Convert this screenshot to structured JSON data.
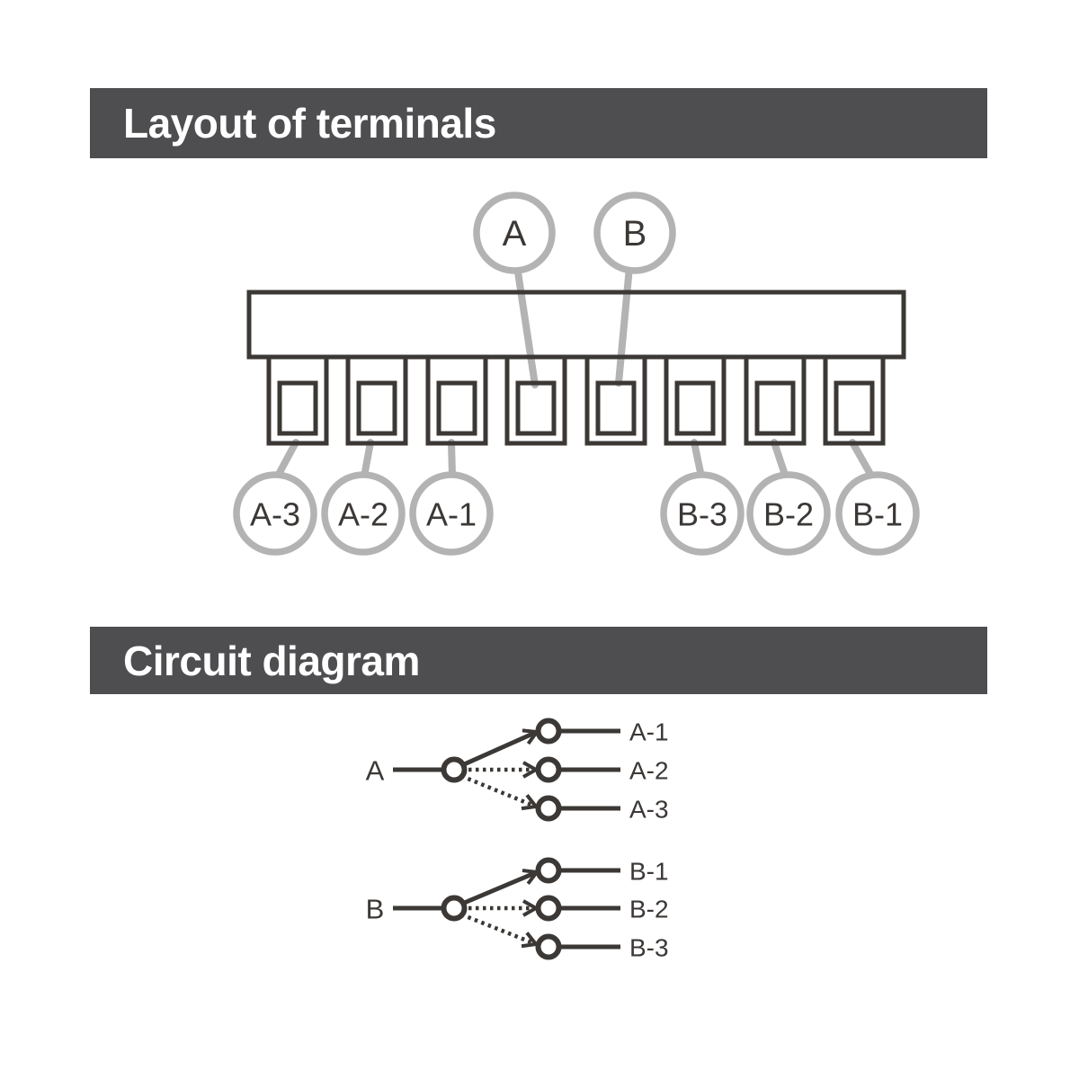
{
  "colors": {
    "header_background": "#4e4e50",
    "header_text": "#ffffff",
    "diagram_dark": "#3b3836",
    "diagram_gray": "#b3b3b3",
    "background": "#ffffff"
  },
  "terminal_section": {
    "title": "Layout of terminals",
    "top_terminals": [
      {
        "label": "A"
      },
      {
        "label": "B"
      }
    ],
    "bottom_terminals": [
      {
        "label": "A-3"
      },
      {
        "label": "A-2"
      },
      {
        "label": "A-1"
      },
      {
        "label": "B-3"
      },
      {
        "label": "B-2"
      },
      {
        "label": "B-1"
      }
    ]
  },
  "circuit_section": {
    "title": "Circuit diagram",
    "switches": [
      {
        "source": "A",
        "contacts": [
          {
            "label": "A-1"
          },
          {
            "label": "A-2"
          },
          {
            "label": "A-3"
          }
        ]
      },
      {
        "source": "B",
        "contacts": [
          {
            "label": "B-1"
          },
          {
            "label": "B-2"
          },
          {
            "label": "B-3"
          }
        ]
      }
    ]
  }
}
